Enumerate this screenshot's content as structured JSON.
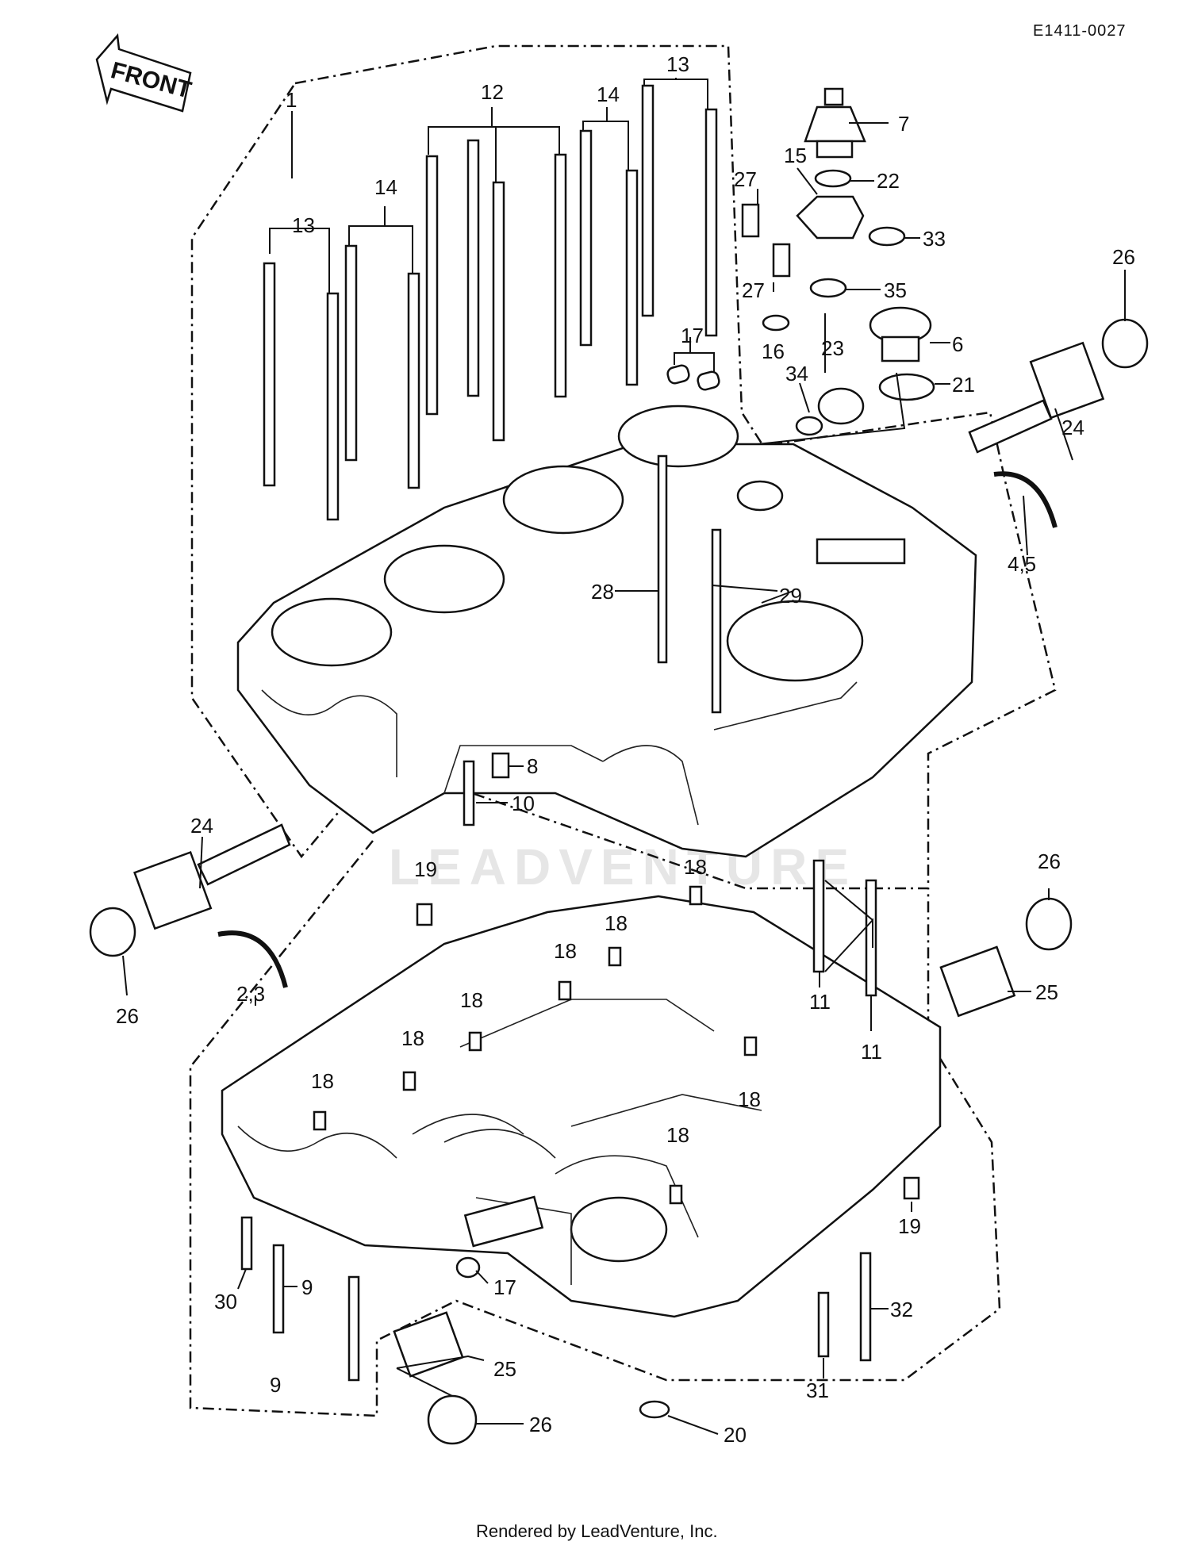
{
  "header": {
    "code": "E1411-0027"
  },
  "front_arrow": {
    "label": "FRONT"
  },
  "watermark": {
    "text": "LEADVENTURE"
  },
  "footer": {
    "text": "Rendered by LeadVenture, Inc."
  },
  "callouts": [
    {
      "id": "c1",
      "text": "1"
    },
    {
      "id": "c12",
      "text": "12"
    },
    {
      "id": "c13a",
      "text": "13"
    },
    {
      "id": "c13b",
      "text": "13"
    },
    {
      "id": "c14a",
      "text": "14"
    },
    {
      "id": "c14b",
      "text": "14"
    },
    {
      "id": "c7",
      "text": "7"
    },
    {
      "id": "c15",
      "text": "15"
    },
    {
      "id": "c22",
      "text": "22"
    },
    {
      "id": "c27a",
      "text": "27"
    },
    {
      "id": "c27b",
      "text": "27"
    },
    {
      "id": "c33",
      "text": "33"
    },
    {
      "id": "c35",
      "text": "35"
    },
    {
      "id": "c16",
      "text": "16"
    },
    {
      "id": "c17a",
      "text": "17"
    },
    {
      "id": "c23",
      "text": "23"
    },
    {
      "id": "c6",
      "text": "6"
    },
    {
      "id": "c34",
      "text": "34"
    },
    {
      "id": "c21",
      "text": "21"
    },
    {
      "id": "c26a",
      "text": "26"
    },
    {
      "id": "c24a",
      "text": "24"
    },
    {
      "id": "c45",
      "text": "4,5"
    },
    {
      "id": "c28",
      "text": "28"
    },
    {
      "id": "c29",
      "text": "29"
    },
    {
      "id": "c8",
      "text": "8"
    },
    {
      "id": "c10",
      "text": "10"
    },
    {
      "id": "c24b",
      "text": "24"
    },
    {
      "id": "c26b",
      "text": "26"
    },
    {
      "id": "c23b",
      "text": "2,3"
    },
    {
      "id": "c19a",
      "text": "19"
    },
    {
      "id": "c18a",
      "text": "18"
    },
    {
      "id": "c18b",
      "text": "18"
    },
    {
      "id": "c18c",
      "text": "18"
    },
    {
      "id": "c18d",
      "text": "18"
    },
    {
      "id": "c18e",
      "text": "18"
    },
    {
      "id": "c18f",
      "text": "18"
    },
    {
      "id": "c18g",
      "text": "18"
    },
    {
      "id": "c18h",
      "text": "18"
    },
    {
      "id": "c11a",
      "text": "11"
    },
    {
      "id": "c11b",
      "text": "11"
    },
    {
      "id": "c26c",
      "text": "26"
    },
    {
      "id": "c25a",
      "text": "25"
    },
    {
      "id": "c19b",
      "text": "19"
    },
    {
      "id": "c30",
      "text": "30"
    },
    {
      "id": "c9a",
      "text": "9"
    },
    {
      "id": "c9b",
      "text": "9"
    },
    {
      "id": "c17b",
      "text": "17"
    },
    {
      "id": "c25b",
      "text": "25"
    },
    {
      "id": "c26d",
      "text": "26"
    },
    {
      "id": "c20",
      "text": "20"
    },
    {
      "id": "c31",
      "text": "31"
    },
    {
      "id": "c32",
      "text": "32"
    }
  ]
}
